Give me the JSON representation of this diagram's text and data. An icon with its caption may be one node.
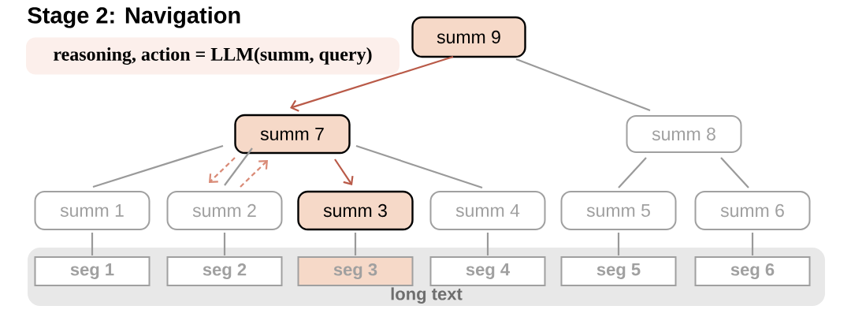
{
  "diagram": {
    "title": "Stage 2: Navigation",
    "nodes": [
      {
        "text": [
          "reasoning, action = LLM(summ, query)"
        ]
      },
      {
        "text": [
          "summ 9"
        ]
      },
      {
        "text": [
          "summ 7"
        ]
      },
      {
        "text": [
          "summ 8"
        ]
      },
      {
        "text": [
          "summ 1"
        ]
      },
      {
        "text": [
          "summ 2"
        ]
      },
      {
        "text": [
          "summ 3"
        ]
      },
      {
        "text": [
          "summ 4"
        ]
      },
      {
        "text": [
          "summ 5"
        ]
      },
      {
        "text": [
          "summ 6"
        ]
      },
      {
        "text": [
          "long text"
        ]
      },
      {
        "text": [
          "seg 1"
        ],
        "in": 10
      },
      {
        "text": [
          "seg 2"
        ],
        "in": 10
      },
      {
        "text": [
          "seg 3"
        ],
        "in": 10
      },
      {
        "text": [
          "seg 4"
        ],
        "in": 10
      },
      {
        "text": [
          "seg 5"
        ],
        "in": 10
      },
      {
        "text": [
          "seg 6"
        ],
        "in": 10
      }
    ],
    "edges": [
      {
        "from": 1,
        "to": 2,
        "arrow": "to",
        "color": "#b95a48"
      },
      {
        "from": 1,
        "to": 3,
        "arrow": "none"
      },
      {
        "from": 2,
        "to": 4,
        "arrow": "none"
      },
      {
        "from": 2,
        "to": 5,
        "arrow": "to",
        "style": "dashed",
        "color": "#d98a76"
      },
      {
        "from": 2,
        "to": 5,
        "arrow": "none"
      },
      {
        "from": 5,
        "to": 2,
        "arrow": "to",
        "style": "dashed",
        "color": "#d98a76"
      },
      {
        "from": 2,
        "to": 6,
        "arrow": "to",
        "color": "#b95a48"
      },
      {
        "from": 2,
        "to": 7,
        "arrow": "none"
      },
      {
        "from": 3,
        "to": 8,
        "arrow": "none"
      },
      {
        "from": 3,
        "to": 9,
        "arrow": "none"
      },
      {
        "from": 4,
        "to": 11,
        "arrow": "none"
      },
      {
        "from": 5,
        "to": 12,
        "arrow": "none"
      },
      {
        "from": 6,
        "to": 13,
        "arrow": "none"
      },
      {
        "from": 7,
        "to": 14,
        "arrow": "none"
      },
      {
        "from": 8,
        "to": 15,
        "arrow": "none"
      },
      {
        "from": 9,
        "to": 16,
        "arrow": "none"
      }
    ]
  }
}
